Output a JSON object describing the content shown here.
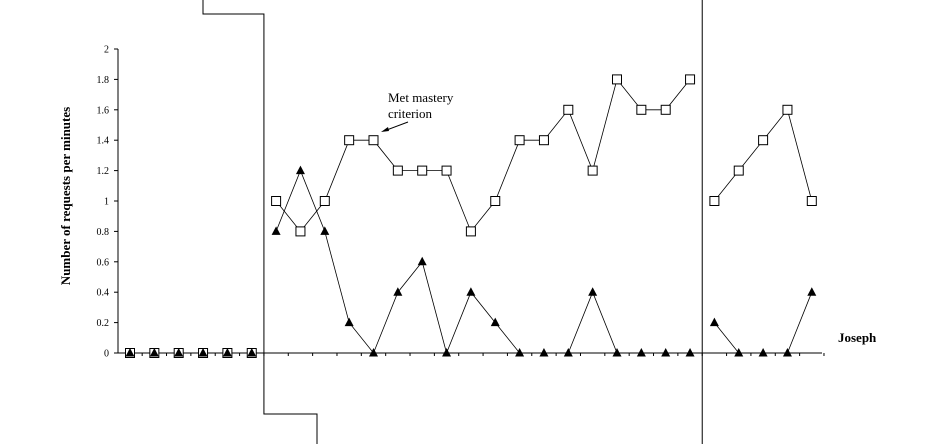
{
  "chart_data": {
    "type": "line",
    "ylabel": "Number of requests per minutes",
    "ylim": [
      0,
      2
    ],
    "y_ticks": [
      "0",
      "0.2",
      "0.4",
      "0.6",
      "0.8",
      "1",
      "1.2",
      "1.4",
      "1.6",
      "1.8",
      "2"
    ],
    "participant_label": "Joseph",
    "annotation": [
      "Met mastery",
      "criterion"
    ],
    "sessions": 29,
    "series": [
      {
        "marker": "open-square",
        "segments": [
          {
            "x": [
              1,
              2,
              3,
              4,
              5,
              6
            ],
            "y": [
              0,
              0,
              0,
              0,
              0,
              0
            ]
          },
          {
            "x": [
              7,
              8,
              9,
              10,
              11,
              12,
              13,
              14,
              15,
              16,
              17,
              18,
              19,
              20,
              21,
              22,
              23,
              24
            ],
            "y": [
              1.0,
              0.8,
              1.0,
              1.4,
              1.4,
              1.2,
              1.2,
              1.2,
              0.8,
              1.0,
              1.4,
              1.4,
              1.6,
              1.2,
              1.8,
              1.6,
              1.6,
              1.8
            ]
          },
          {
            "x": [
              25,
              26,
              27,
              28,
              29
            ],
            "y": [
              1.0,
              1.2,
              1.4,
              1.6,
              1.0
            ]
          }
        ]
      },
      {
        "marker": "filled-triangle",
        "segments": [
          {
            "x": [
              1,
              2,
              3,
              4,
              5,
              6
            ],
            "y": [
              0,
              0,
              0,
              0,
              0,
              0
            ]
          },
          {
            "x": [
              7,
              8,
              9,
              10,
              11,
              12,
              13,
              14,
              15,
              16,
              17,
              18,
              19,
              20,
              21,
              22,
              23,
              24
            ],
            "y": [
              0.8,
              1.2,
              0.8,
              0.2,
              0,
              0.4,
              0.6,
              0,
              0.4,
              0.2,
              0,
              0,
              0,
              0.4,
              0,
              0,
              0,
              0
            ]
          },
          {
            "x": [
              25,
              26,
              27,
              28,
              29
            ],
            "y": [
              0.2,
              0,
              0,
              0,
              0.4
            ]
          }
        ]
      }
    ],
    "phase_change_after": [
      6.5,
      24.5
    ],
    "grid": false,
    "legend": "none"
  }
}
